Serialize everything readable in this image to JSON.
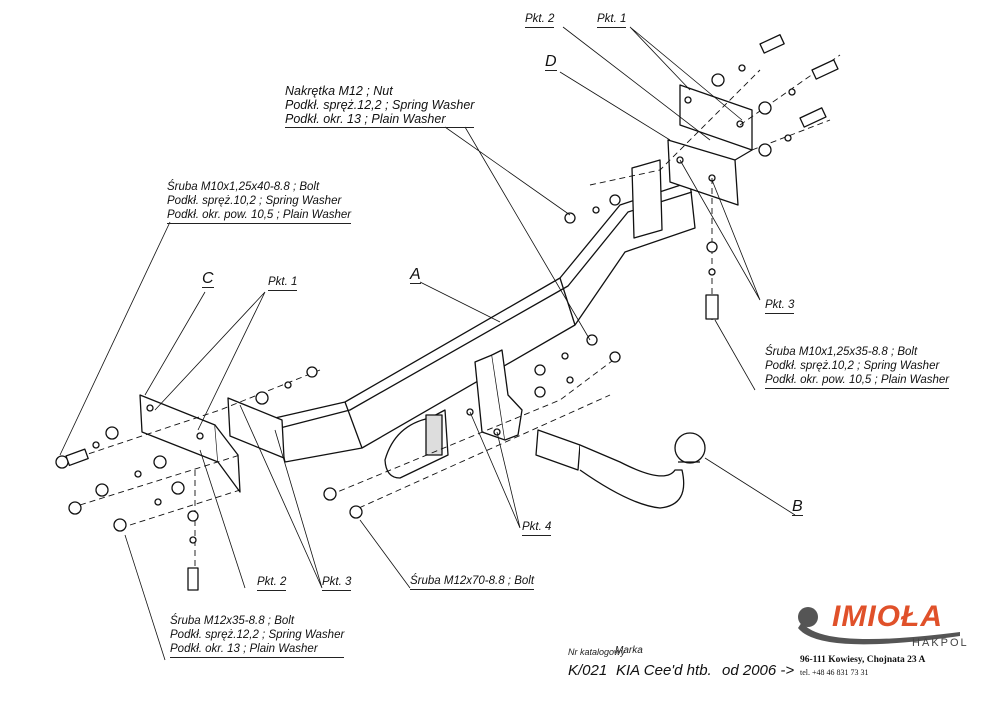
{
  "callouts": {
    "nut_block": {
      "lines": [
        "Nakrętka  M12 ; Nut",
        "Podkł. spręż.12,2 ; Spring Washer",
        "Podkł. okr. 13 ; Plain Washer"
      ]
    },
    "bolt_m10x40_block": {
      "lines": [
        "Śruba M10x1,25x40-8.8 ;  Bolt",
        "Podkł. spręż.10,2 ; Spring Washer",
        "Podkł. okr. pow. 10,5 ; Plain Washer"
      ]
    },
    "bolt_m10x35_block": {
      "lines": [
        "Śruba M10x1,25x35-8.8 ;  Bolt",
        "Podkł. spręż.10,2 ; Spring Washer",
        "Podkł. okr. pow. 10,5 ; Plain Washer"
      ]
    },
    "bolt_m12x35_block": {
      "lines": [
        "Śruba M12x35-8.8 ;  Bolt",
        "Podkł. spręż.12,2 ; Spring Washer",
        "Podkł. okr. 13 ; Plain Washer"
      ]
    },
    "bolt_m12x70": "Śruba M12x70-8.8 ;  Bolt",
    "pkt_2_top": "Pkt. 2",
    "pkt_1_top": "Pkt. 1",
    "pkt_1_left": "Pkt. 1",
    "pkt_2_bottom": "Pkt. 2",
    "pkt_3_bottom": "Pkt. 3",
    "pkt_3_right": "Pkt. 3",
    "pkt_4": "Pkt. 4",
    "part_a": "A",
    "part_b": "B",
    "part_c": "C",
    "part_d": "D"
  },
  "footer": {
    "catalog_caption": "Nr katalogowy",
    "catalog_number": "K/021",
    "make_caption": "Marka",
    "make_model": "KIA Cee'd  htb.",
    "year": "od  2006 ->"
  },
  "brand": {
    "name": "IMIOŁA",
    "sub": "HAKPOL",
    "address": "96-111 Kowiesy, Chojnata 23 A",
    "phone": "tel. +48 46 831 73 31",
    "accent_color": "#e0512a",
    "dark_color": "#555555"
  }
}
